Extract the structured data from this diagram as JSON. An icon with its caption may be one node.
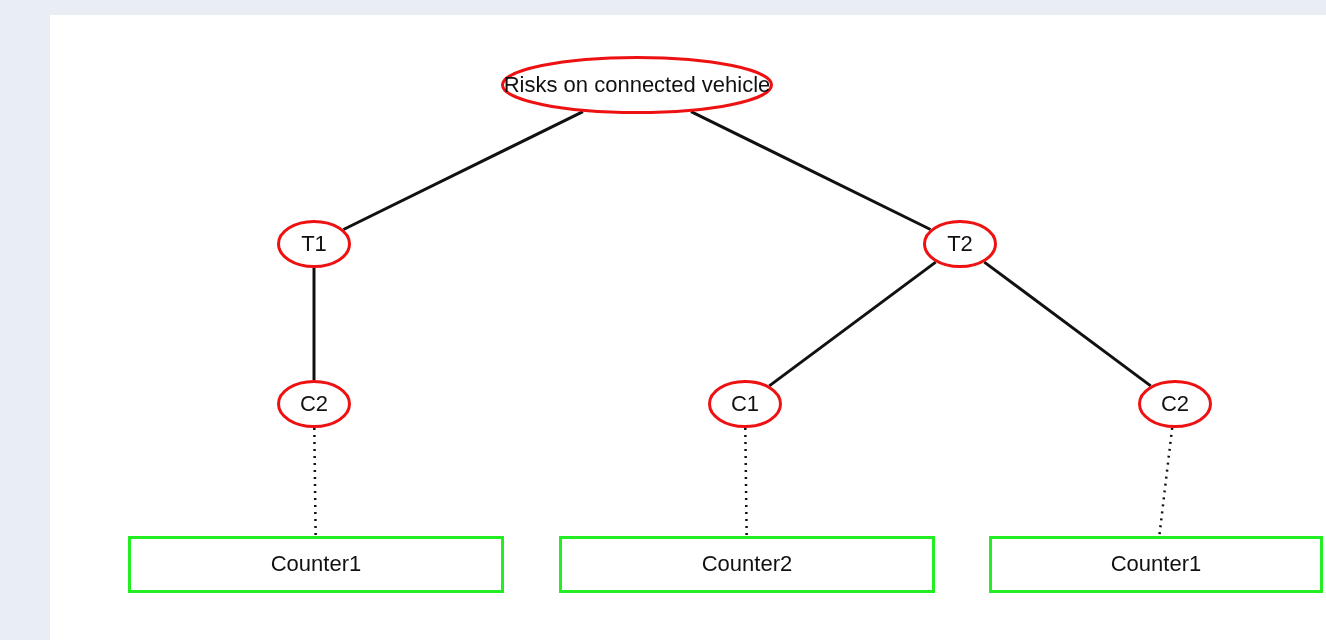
{
  "diagram": {
    "nodes": [
      {
        "text": [
          "Risks on connected vehicle"
        ]
      },
      {
        "text": [
          "T1"
        ]
      },
      {
        "text": [
          "T2"
        ]
      },
      {
        "text": [
          "C2"
        ]
      },
      {
        "text": [
          "C1"
        ]
      },
      {
        "text": [
          "C2"
        ]
      },
      {
        "text": [
          "Counter1"
        ]
      },
      {
        "text": [
          "Counter2"
        ]
      },
      {
        "text": [
          "Counter1"
        ]
      }
    ],
    "edges": [
      {
        "from": 0,
        "to": 1,
        "arrow": "none"
      },
      {
        "from": 0,
        "to": 2,
        "arrow": "none"
      },
      {
        "from": 1,
        "to": 3,
        "arrow": "none"
      },
      {
        "from": 2,
        "to": 4,
        "arrow": "none"
      },
      {
        "from": 2,
        "to": 5,
        "arrow": "none"
      },
      {
        "from": 3,
        "to": 6,
        "arrow": "none",
        "style": "dashed"
      },
      {
        "from": 4,
        "to": 7,
        "arrow": "none",
        "style": "dashed"
      },
      {
        "from": 5,
        "to": 8,
        "arrow": "none",
        "style": "dashed"
      }
    ]
  }
}
